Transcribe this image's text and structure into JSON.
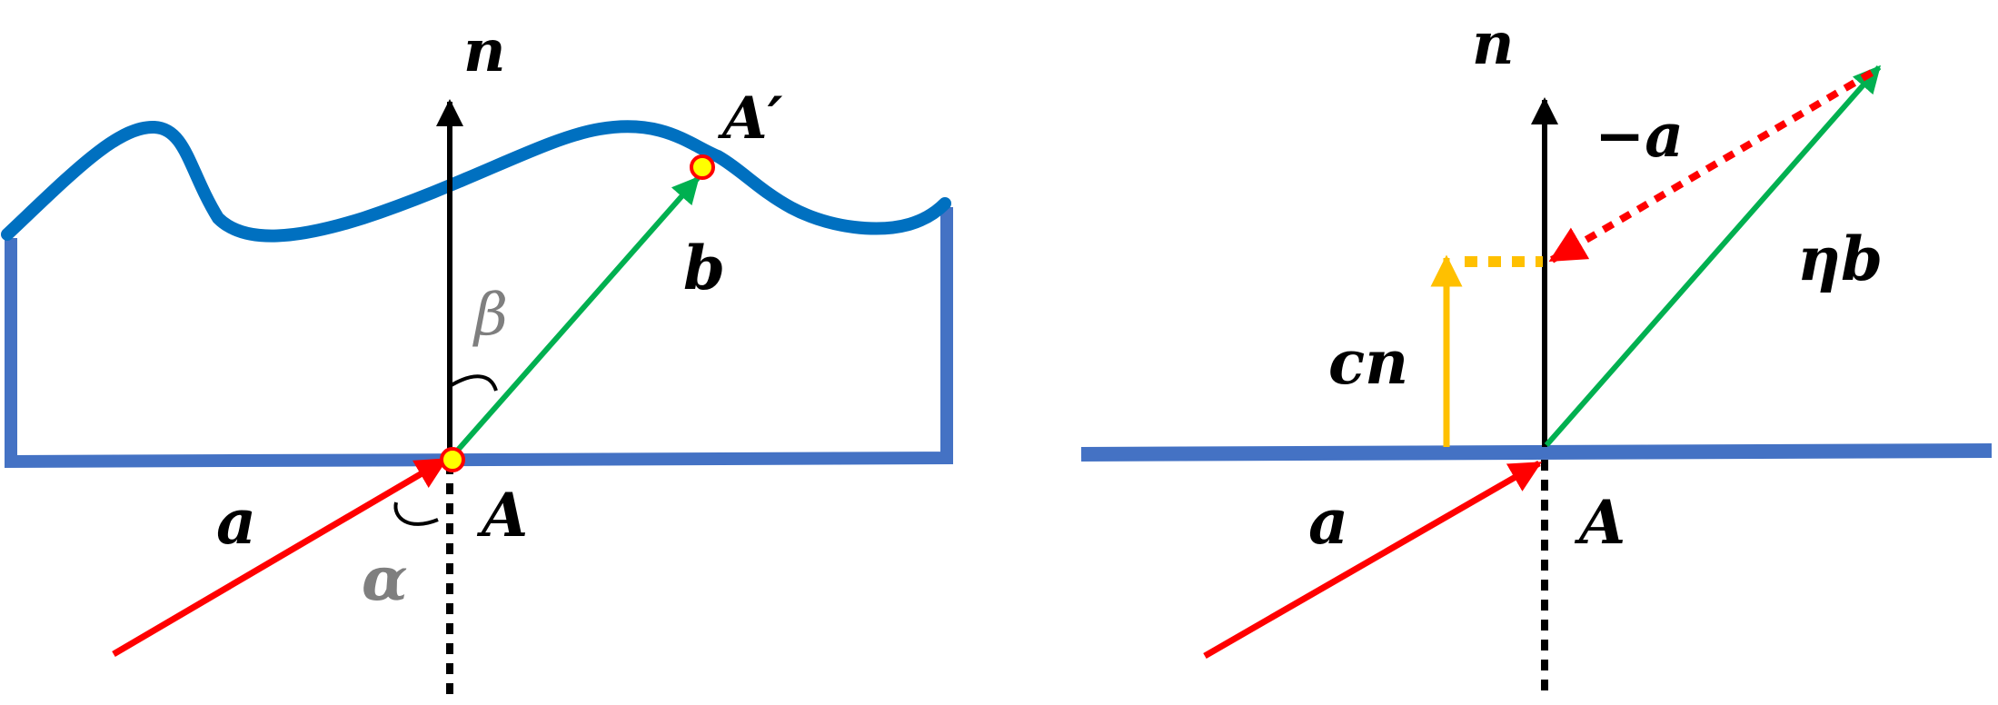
{
  "left_panel": {
    "labels": {
      "normal": "n",
      "refracted_point": "A′",
      "refracted_vector": "b",
      "refraction_angle": "β",
      "incident_vector": "a",
      "incident_point": "A",
      "incidence_angle": "α"
    }
  },
  "right_panel": {
    "labels": {
      "normal": "n",
      "negative_incident": "−a",
      "scaled_refracted": "ηb",
      "normal_component": "cn",
      "incident_vector": "a",
      "incident_point": "A"
    }
  },
  "colors": {
    "surface": "#4472c4",
    "curve": "#0070c0",
    "incident": "#ff0000",
    "refracted": "#00b050",
    "normal_component": "#ffc000",
    "normal": "#000000",
    "angle_gray": "#7f7f7f",
    "marker_fill": "#ffff00",
    "marker_stroke": "#ff0000"
  }
}
